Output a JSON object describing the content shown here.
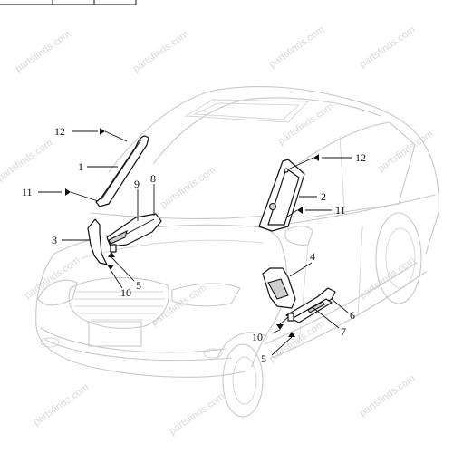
{
  "callouts": {
    "c1": "1",
    "c2": "2",
    "c3": "3",
    "c4": "4",
    "c5_left": "5",
    "c5_right": "5",
    "c6": "6",
    "c7": "7",
    "c8": "8",
    "c9": "9",
    "c10_left": "10",
    "c10_right": "10",
    "c11_left": "11",
    "c11_right": "11",
    "c12_left": "12",
    "c12_right": "12"
  },
  "watermark": "partsfinds.com"
}
